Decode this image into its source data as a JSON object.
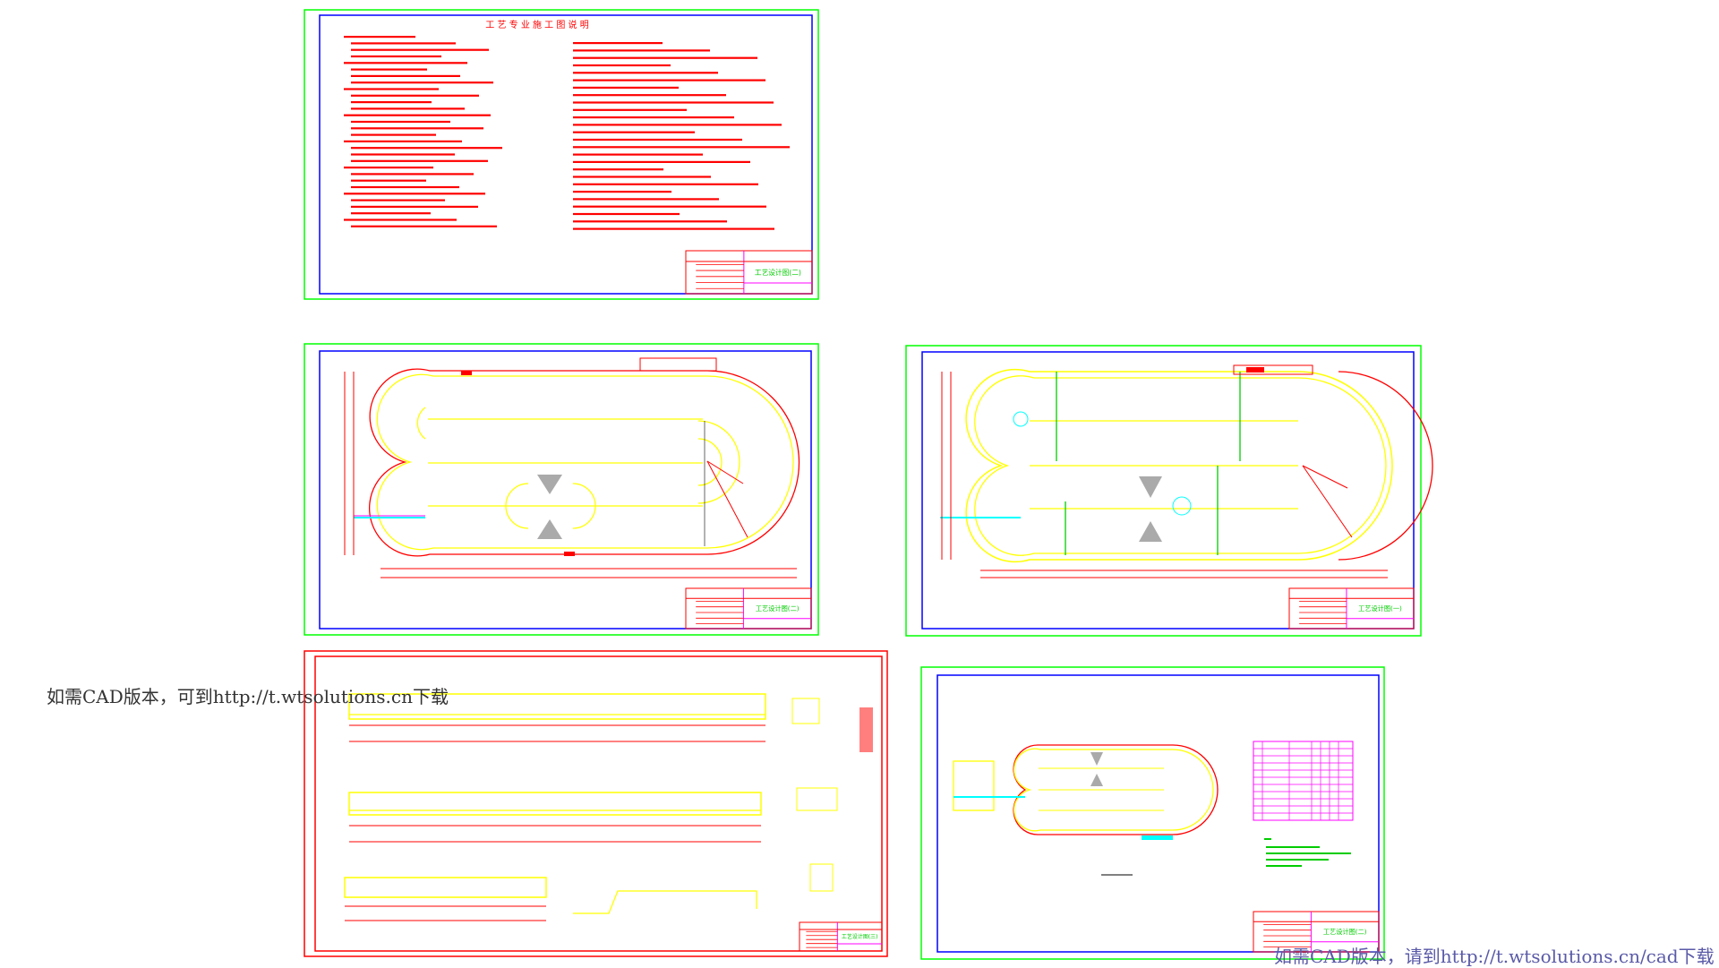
{
  "viewer": {
    "watermark_left": "如需CAD版本，可到http://t.wtsolutions.cn下载",
    "watermark_bottom": "如需CAD版本，请到http://t.wtsolutions.cn/cad下载"
  },
  "sheets": [
    {
      "id": "notes",
      "heading": "工 艺 专 业 施 工 图 说 明",
      "title_block": "工艺设计图(二)"
    },
    {
      "id": "plan-2",
      "title_block": "工艺设计图(二)"
    },
    {
      "id": "plan-1",
      "title_block": "工艺设计图(一)"
    },
    {
      "id": "sections",
      "title_block": "工艺设计图(三)"
    },
    {
      "id": "layout",
      "title_block": "工艺设计图(二)"
    }
  ],
  "colors": {
    "frame_green": "#00ff00",
    "frame_blue": "#0000ff",
    "line_red": "#ff0000",
    "line_yellow": "#ffff00",
    "line_cyan": "#00ffff",
    "grid_magenta": "#ff00ff"
  }
}
